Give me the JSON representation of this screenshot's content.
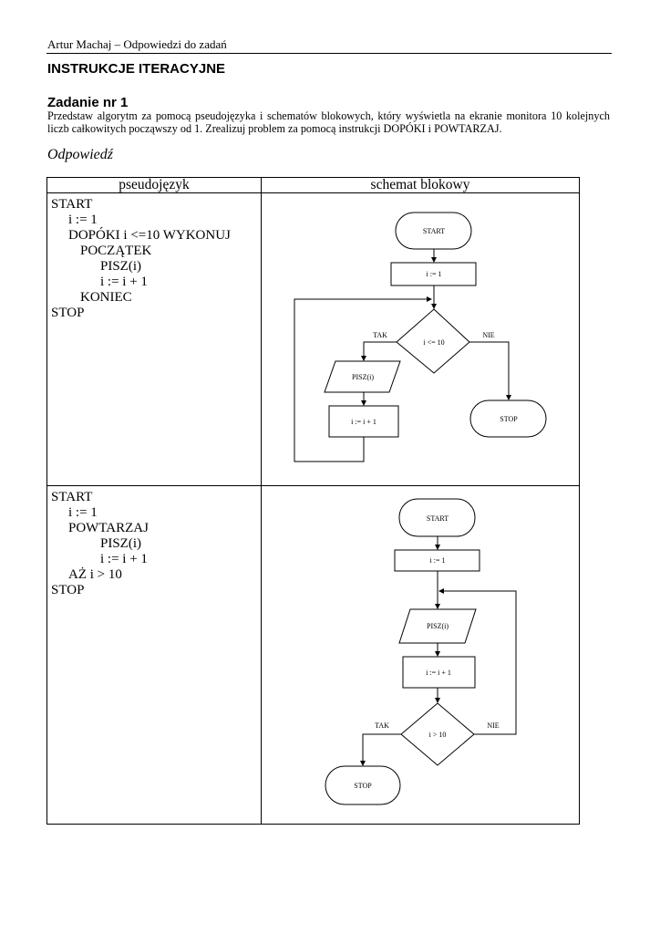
{
  "header": {
    "running_title": "Artur Machaj – Odpowiedzi do zadań"
  },
  "section_title": "INSTRUKCJE ITERACYJNE",
  "task": {
    "title": "Zadanie nr 1",
    "description": "Przedstaw algorytm za pomocą pseudojęzyka i schematów blokowych, który wyświetla na ekranie monitora 10 kolejnych liczb całkowitych począwszy od 1. Zrealizuj problem za pomocą instrukcji DOPÓKI i POWTARZAJ."
  },
  "answer_label": "Odpowiedź",
  "table": {
    "headers": [
      "pseudojęzyk",
      "schemat blokowy"
    ],
    "rows": [
      {
        "code": [
          {
            "indent": 0,
            "text": "START"
          },
          {
            "indent": 1,
            "text": "i := 1"
          },
          {
            "indent": 1,
            "text": "DOPÓKI i <=10 WYKONUJ"
          },
          {
            "indent": 2,
            "text": "POCZĄTEK"
          },
          {
            "indent": 3,
            "text": "PISZ(i)"
          },
          {
            "indent": 3,
            "text": "i := i + 1"
          },
          {
            "indent": 2,
            "text": "KONIEC"
          },
          {
            "indent": 0,
            "text": "STOP"
          }
        ],
        "flow": {
          "start": "START",
          "init": "i := 1",
          "cond": "i <= 10",
          "yes": "TAK",
          "no": "NIE",
          "output": "PISZ(i)",
          "incr": "i := i + 1",
          "stop": "STOP"
        }
      },
      {
        "code": [
          {
            "indent": 0,
            "text": "START"
          },
          {
            "indent": 1,
            "text": "i := 1"
          },
          {
            "indent": 1,
            "text": "POWTARZAJ"
          },
          {
            "indent": 3,
            "text": "PISZ(i)"
          },
          {
            "indent": 3,
            "text": "i := i + 1"
          },
          {
            "indent": 1,
            "text": "AŻ i > 10"
          },
          {
            "indent": 0,
            "text": "STOP"
          }
        ],
        "flow": {
          "start": "START",
          "init": "i := 1",
          "output": "PISZ(i)",
          "incr": "i := i + 1",
          "cond": "i > 10",
          "yes": "TAK",
          "no": "NIE",
          "stop": "STOP"
        }
      }
    ]
  }
}
